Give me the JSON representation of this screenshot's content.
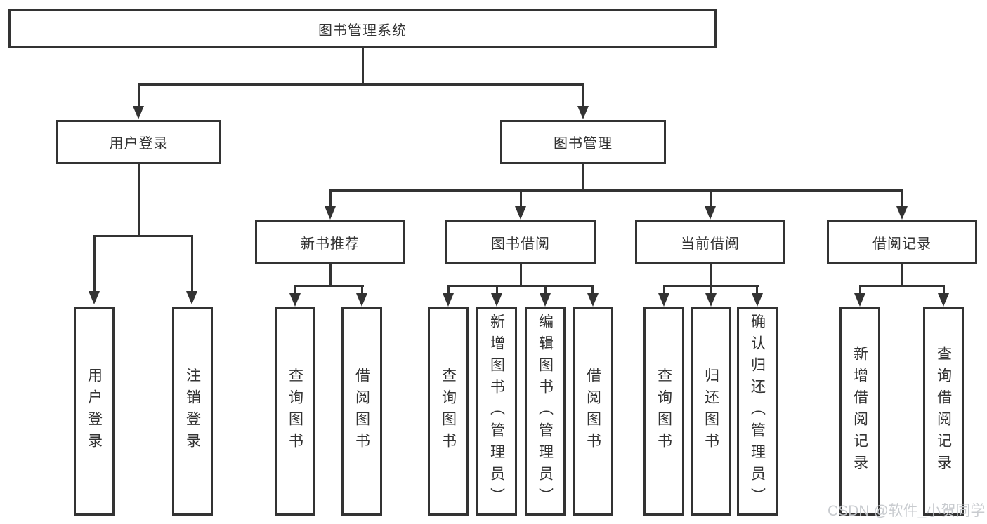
{
  "diagram": {
    "root": {
      "label": "图书管理系统"
    },
    "level2": [
      {
        "label": "用户登录"
      },
      {
        "label": "图书管理"
      }
    ],
    "level3": [
      {
        "label": "新书推荐"
      },
      {
        "label": "图书借阅"
      },
      {
        "label": "当前借阅"
      },
      {
        "label": "借阅记录"
      }
    ],
    "leaves": {
      "user_login": [
        {
          "label": "用户登录"
        },
        {
          "label": "注销登录"
        }
      ],
      "new_books": [
        {
          "label": "查询图书"
        },
        {
          "label": "借阅图书"
        }
      ],
      "book_borrowing": [
        {
          "label": "查询图书"
        },
        {
          "label": "新增图书（管理员）"
        },
        {
          "label": "编辑图书（管理员）"
        },
        {
          "label": "借阅图书"
        }
      ],
      "current_borrowing": [
        {
          "label": "查询图书"
        },
        {
          "label": "归还图书"
        },
        {
          "label": "确认归还（管理员）"
        }
      ],
      "borrowing_records": [
        {
          "label": "新增借阅记录"
        },
        {
          "label": "查询借阅记录"
        }
      ]
    },
    "watermark": "CSDN @软件_小贺同学",
    "colors": {
      "line": "#333333",
      "text": "#333333",
      "watermark": "#c5c8cc",
      "background": "#ffffff"
    }
  }
}
